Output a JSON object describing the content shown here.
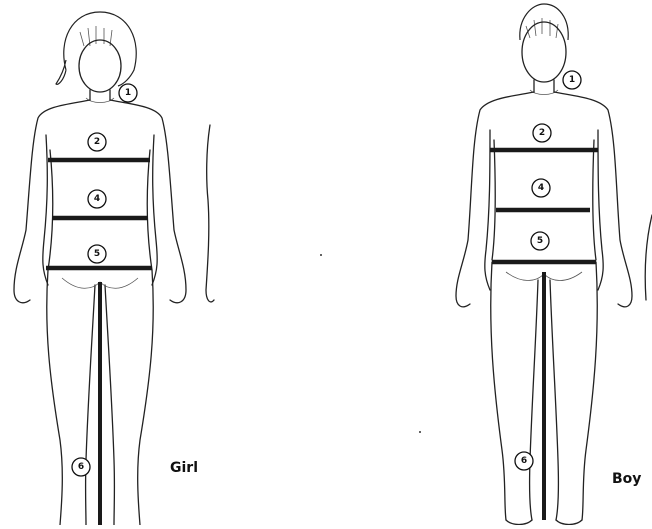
{
  "figures": {
    "girl": {
      "label": "Girl",
      "badges": [
        "1",
        "2",
        "4",
        "5",
        "6"
      ]
    },
    "boy": {
      "label": "Boy",
      "badges": [
        "1",
        "2",
        "4",
        "5",
        "6"
      ]
    }
  }
}
